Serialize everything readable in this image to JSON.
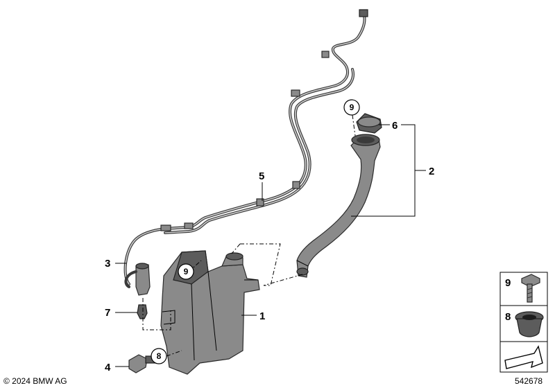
{
  "callouts": {
    "c1": "1",
    "c2": "2",
    "c3": "3",
    "c4": "4",
    "c5": "5",
    "c6": "6",
    "c7": "7",
    "circle_9_top": "9",
    "circle_9_tank": "9",
    "circle_8_tank": "8"
  },
  "legend": {
    "item_9": "9",
    "item_8": "8"
  },
  "footer": {
    "copyright": "© 2024 BMW AG",
    "diagram_number": "542678"
  },
  "colors": {
    "part_fill": "#8a8a8a",
    "outline": "#2a2a2a",
    "background": "#ffffff"
  }
}
